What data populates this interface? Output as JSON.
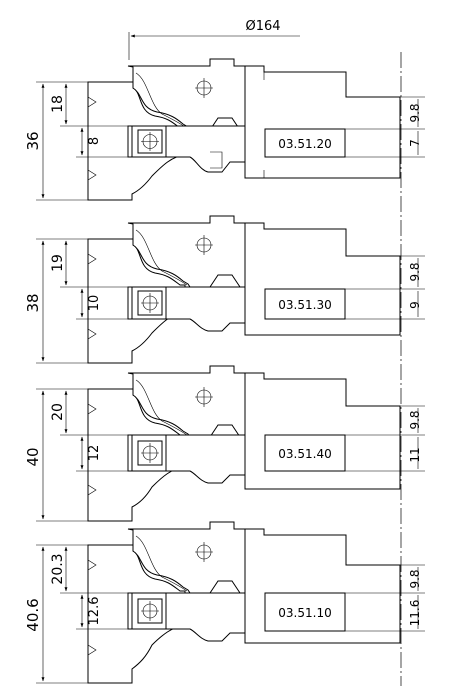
{
  "header": {
    "diameter_label": "Ø164"
  },
  "cutters": [
    {
      "code": "03.51.20",
      "total_height": "36",
      "upper_height": "18",
      "core_height": "8",
      "dim_right_top": "9.8",
      "dim_right_bottom": "7"
    },
    {
      "code": "03.51.30",
      "total_height": "38",
      "upper_height": "19",
      "core_height": "10",
      "dim_right_top": "9.8",
      "dim_right_bottom": "9"
    },
    {
      "code": "03.51.40",
      "total_height": "40",
      "upper_height": "20",
      "core_height": "12",
      "dim_right_top": "9.8",
      "dim_right_bottom": "11"
    },
    {
      "code": "03.51.10",
      "total_height": "40.6",
      "upper_height": "20.3",
      "core_height": "12.6",
      "dim_right_top": "9.8",
      "dim_right_bottom": "11.6"
    }
  ]
}
